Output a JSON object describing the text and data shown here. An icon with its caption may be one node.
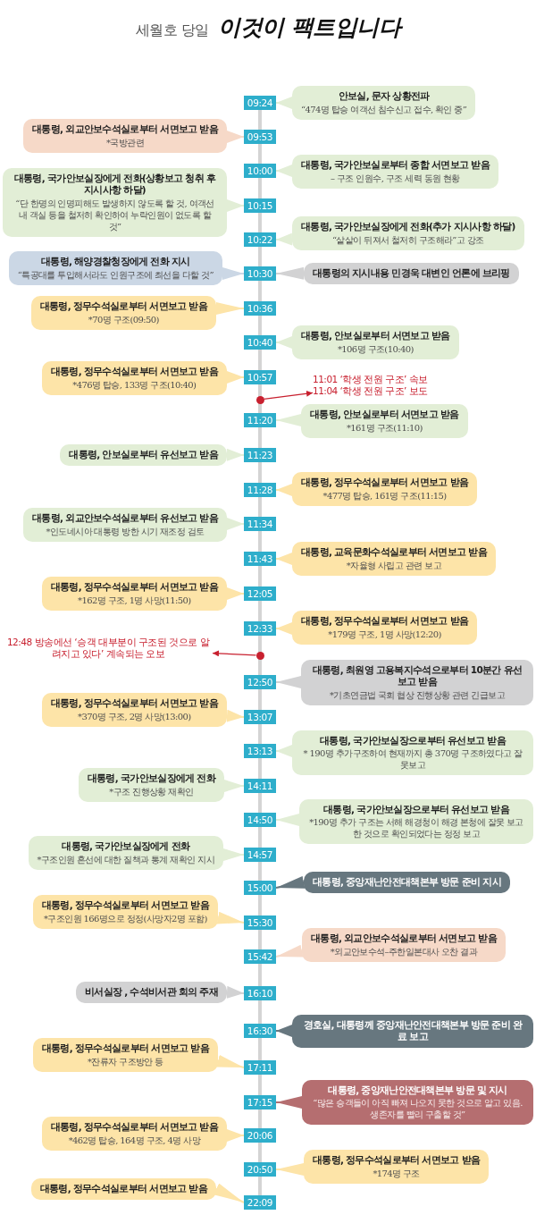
{
  "diagram": {
    "title": "세월호 당일 **이것이 팩트입니다**",
    "nodes": [
      {
        "text": [
          "09:24"
        ]
      },
      {
        "text": [
          "안보실, 문자 상황전파",
          "“474명 탑승 여객선 침수신고 접수, 확인 중”"
        ]
      },
      {
        "text": [
          "대통령, 외교안보수석실로부터 서면보고 받음",
          "*국방관련"
        ]
      },
      {
        "text": [
          "09:53"
        ]
      },
      {
        "text": [
          "10:00"
        ]
      },
      {
        "text": [
          "대통령, 국가안보실로부터 종합 서면보고 받음",
          "– 구조 인원수, 구조 세력 동원 현황"
        ]
      },
      {
        "text": [
          "대통령, 국가안보실장에게 전화(상황보고 청취 후 지시사항 하달)",
          "“단 한명의 인명피해도 발생하지 않도록 할 것, 여객선내 객실 등을 철저히 확인하여 누락인원이 없도록 할 것”"
        ]
      },
      {
        "text": [
          "10:15"
        ]
      },
      {
        "text": [
          "10:22"
        ]
      },
      {
        "text": [
          "대통령, 국가안보실장에게 전화(추가 지시사항 하달)",
          "“샅샅이 뒤져서 철저히 구조해라”고 강조"
        ]
      },
      {
        "text": [
          "대통령, 해양경찰청장에게 전화 지시",
          "“특공대를 투입해서라도 인원구조에 최선을 다할 것”"
        ]
      },
      {
        "text": [
          "10:30"
        ]
      },
      {
        "text": [
          "대통령의 지시내용 민경욱 대변인 언론에 브리핑"
        ]
      },
      {
        "text": [
          "대통령, 정무수석실로부터 서면보고 받음",
          "*70명 구조(09:50)"
        ]
      },
      {
        "text": [
          "10:36"
        ]
      },
      {
        "text": [
          "10:40"
        ]
      },
      {
        "text": [
          "대통령, 안보실로부터 서면보고 받음",
          "*106명 구조(10:40)"
        ]
      },
      {
        "text": [
          "대통령, 정무수석실로부터 서면보고 받음",
          "*476명 탑승, 133명 구조(10:40)"
        ]
      },
      {
        "text": [
          "10:57"
        ]
      },
      {
        "text": [],
        "shape": "circle"
      },
      {
        "text": [
          "11:01 ‘학생 전원 구조’ 속보",
          "11:04 ‘학생 전원 구조’ 보도"
        ]
      },
      {
        "text": [
          "11:20"
        ]
      },
      {
        "text": [
          "대통령, 안보실로부터 서면보고 받음",
          "*161명 구조(11:10)"
        ]
      },
      {
        "text": [
          "대통령, 안보실로부터 유선보고 받음"
        ]
      },
      {
        "text": [
          "11:23"
        ]
      },
      {
        "text": [
          "11:28"
        ]
      },
      {
        "text": [
          "대통령, 정무수석실로부터 서면보고 받음",
          "*477명 탑승, 161명 구조(11:15)"
        ]
      },
      {
        "text": [
          "대통령, 외교안보수석실로부터 유선보고 받음",
          "*인도네시아 대통령 방한 시기 재조정 검토"
        ]
      },
      {
        "text": [
          "11:34"
        ]
      },
      {
        "text": [
          "11:43"
        ]
      },
      {
        "text": [
          "대통령, 교육문화수석실로부터 서면보고 받음",
          "*자율형 사립고 관련 보고"
        ]
      },
      {
        "text": [
          "대통령, 정무수석실로부터 서면보고 받음",
          "*162명 구조, 1명 사망(11:50)"
        ]
      },
      {
        "text": [
          "12:05"
        ]
      },
      {
        "text": [
          "12:33"
        ]
      },
      {
        "text": [
          "대통령, 정무수석실로부터 서면보고 받음",
          "*179명 구조, 1명 사망(12:20)"
        ]
      },
      {
        "text": [
          "12:48 방송에선 ‘승객 대부분이 구조된 것으로 알려지고 있다’ 계속되는 오보"
        ]
      },
      {
        "text": [],
        "shape": "circle"
      },
      {
        "text": [
          "12:50"
        ]
      },
      {
        "text": [
          "대통령, 최원영 고용복지수석으로부터 10분간 유선보고 받음",
          "*기초연금법 국회 협상 진행상황 관련 긴급보고"
        ]
      },
      {
        "text": [
          "대통령, 정무수석실로부터 서면보고 받음",
          "*370명 구조, 2명 사망(13:00)"
        ]
      },
      {
        "text": [
          "13:07"
        ]
      },
      {
        "text": [
          "13:13"
        ]
      },
      {
        "text": [
          "대통령, 국가안보실장으로부터 유선보고 받음",
          "* 190명 추가구조하여 현재까지 총 370명 구조하였다고 잘못보고"
        ]
      },
      {
        "text": [
          "대통령, 국가안보실장에게 전화",
          "*구조 진행상황 재확인"
        ]
      },
      {
        "text": [
          "14:11"
        ]
      },
      {
        "text": [
          "14:50"
        ]
      },
      {
        "text": [
          "대통령, 국가안보실장으로부터 유선보고 받음",
          "*190명 추가 구조는 서해 해경청이 해경 본청에 잘못 보고한 것으로 확인되었다는 정정 보고"
        ]
      },
      {
        "text": [
          "대통령, 국가안보실장에게 전화",
          "*구조인원 혼선에 대한 질책과 통계 재확인 지시"
        ]
      },
      {
        "text": [
          "14:57"
        ]
      },
      {
        "text": [
          "15:00"
        ]
      },
      {
        "text": [
          "대통령, 중앙재난안전대책본부 방문 준비 지시"
        ]
      },
      {
        "text": [
          "대통령, 정무수석실로부터 서면보고 받음",
          "*구조인원 166명으로 정정(사망자2명 포함)"
        ]
      },
      {
        "text": [
          "15:30"
        ]
      },
      {
        "text": [
          "15:42"
        ]
      },
      {
        "text": [
          "대통령, 외교안보수석실로부터 서면보고 받음",
          "*외교안보수석–주한일본대사 오찬 결과"
        ]
      },
      {
        "text": [
          "비서실장 , 수석비서관 회의 주재"
        ]
      },
      {
        "text": [
          "16:10"
        ]
      },
      {
        "text": [
          "16:30"
        ]
      },
      {
        "text": [
          "경호실, 대통령께 중앙재난안전대책본부 방문 준비 완료 보고"
        ]
      },
      {
        "text": [
          "대통령, 정무수석실로부터 서면보고 받음",
          "*잔류자 구조방안 등"
        ]
      },
      {
        "text": [
          "17:11"
        ]
      },
      {
        "text": [
          "17:15"
        ]
      },
      {
        "text": [
          "대통령, 중앙재난안전대책본부 방문 및 지시",
          "“많은 승객들이 아직 빠져 나오지 못한 것으로 알고 있음. 생존자를 빨리 구출할 것”"
        ]
      },
      {
        "text": [
          "대통령, 정무수석실로부터 서면보고 받음",
          "*462명 탑승, 164명 구조, 4명 사망"
        ]
      },
      {
        "text": [
          "20:06"
        ]
      },
      {
        "text": [
          "20:50"
        ]
      },
      {
        "text": [
          "대통령, 정무수석실로부터 서면보고 받음",
          "*174명 구조"
        ]
      },
      {
        "text": [
          "대통령, 정무수석실로부터 서면보고 받음"
        ]
      },
      {
        "text": [
          "22:09"
        ]
      }
    ],
    "edges": [
      {
        "from": 1,
        "to": 0,
        "arrow": "to",
        "color": "#e2eed6"
      },
      {
        "from": 2,
        "to": 3,
        "arrow": "to",
        "color": "#f6d9c8"
      },
      {
        "from": 5,
        "to": 4,
        "arrow": "to",
        "color": "#e2eed6"
      },
      {
        "from": 6,
        "to": 7,
        "arrow": "to",
        "color": "#e2eed6"
      },
      {
        "from": 9,
        "to": 8,
        "arrow": "to",
        "color": "#e2eed6"
      },
      {
        "from": 10,
        "to": 11,
        "arrow": "to",
        "color": "#cbd7e5"
      },
      {
        "from": 12,
        "to": 11,
        "arrow": "to",
        "color": "#d2d2d3"
      },
      {
        "from": 13,
        "to": 14,
        "arrow": "to",
        "color": "#fde4a8"
      },
      {
        "from": 16,
        "to": 15,
        "arrow": "to",
        "color": "#e2eed6"
      },
      {
        "from": 17,
        "to": 18,
        "arrow": "to",
        "color": "#fde4a8"
      },
      {
        "from": 19,
        "to": 20,
        "arrow": "to",
        "color": "#c8202f"
      },
      {
        "from": 22,
        "to": 21,
        "arrow": "to",
        "color": "#e2eed6"
      },
      {
        "from": 23,
        "to": 24,
        "arrow": "to",
        "color": "#e2eed6"
      },
      {
        "from": 26,
        "to": 25,
        "arrow": "to",
        "color": "#fde4a8"
      },
      {
        "from": 27,
        "to": 28,
        "arrow": "to",
        "color": "#e2eed6"
      },
      {
        "from": 30,
        "to": 29,
        "arrow": "to",
        "color": "#fde4a8"
      },
      {
        "from": 31,
        "to": 32,
        "arrow": "to",
        "color": "#fde4a8"
      },
      {
        "from": 34,
        "to": 33,
        "arrow": "to",
        "color": "#fde4a8"
      },
      {
        "from": 36,
        "to": 35,
        "arrow": "to",
        "color": "#c8202f"
      },
      {
        "from": 38,
        "to": 37,
        "arrow": "to",
        "color": "#d2d2d3"
      },
      {
        "from": 39,
        "to": 40,
        "arrow": "to",
        "color": "#fde4a8"
      },
      {
        "from": 42,
        "to": 41,
        "arrow": "to",
        "color": "#e2eed6"
      },
      {
        "from": 43,
        "to": 44,
        "arrow": "to",
        "color": "#e2eed6"
      },
      {
        "from": 46,
        "to": 45,
        "arrow": "to",
        "color": "#e2eed6"
      },
      {
        "from": 47,
        "to": 48,
        "arrow": "to",
        "color": "#e2eed6"
      },
      {
        "from": 50,
        "to": 49,
        "arrow": "to",
        "color": "#67777f"
      },
      {
        "from": 51,
        "to": 52,
        "arrow": "to",
        "color": "#fde4a8"
      },
      {
        "from": 54,
        "to": 53,
        "arrow": "to",
        "color": "#f6d9c8"
      },
      {
        "from": 55,
        "to": 56,
        "arrow": "to",
        "color": "#d2d2d3"
      },
      {
        "from": 58,
        "to": 57,
        "arrow": "to",
        "color": "#67777f"
      },
      {
        "from": 59,
        "to": 60,
        "arrow": "to",
        "color": "#fde4a8"
      },
      {
        "from": 62,
        "to": 61,
        "arrow": "to",
        "color": "#b56e70"
      },
      {
        "from": 63,
        "to": 64,
        "arrow": "to",
        "color": "#fde4a8"
      },
      {
        "from": 66,
        "to": 65,
        "arrow": "to",
        "color": "#fde4a8"
      },
      {
        "from": 67,
        "to": 68,
        "arrow": "to",
        "color": "#fde4a8"
      }
    ]
  }
}
